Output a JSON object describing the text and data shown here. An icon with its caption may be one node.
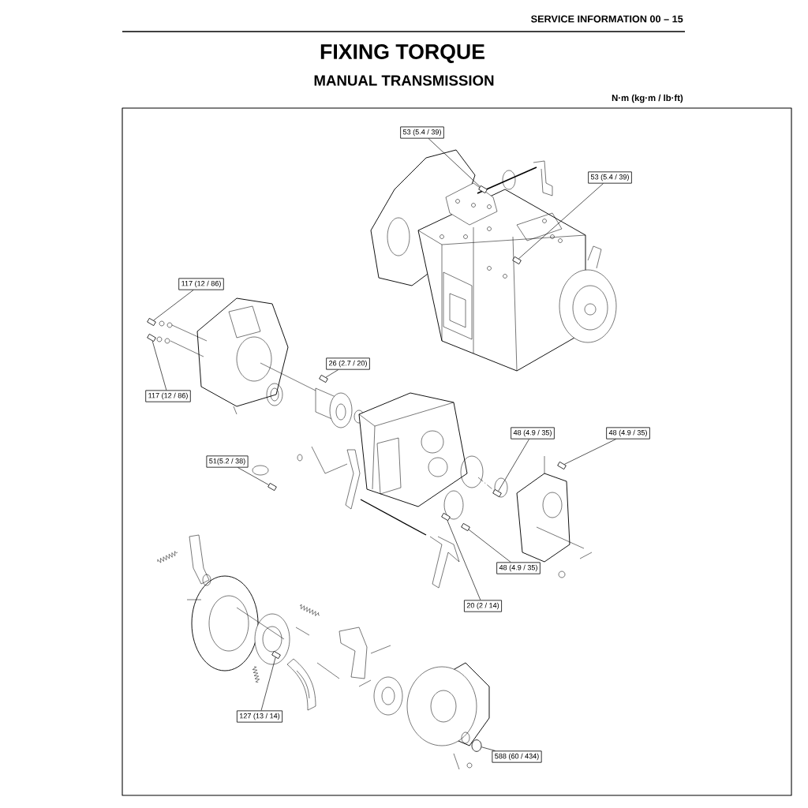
{
  "diagram": {
    "title": "FIXING TORQUE",
    "nodes": [
      {
        "text": [
          "53 (5.4 / 39)"
        ]
      },
      {
        "text": [
          "53 (5.4 / 39)"
        ]
      },
      {
        "text": [
          "117 (12 / 86)"
        ]
      },
      {
        "text": [
          "117 (12 / 86)"
        ]
      },
      {
        "text": [
          "26 (2.7 / 20)"
        ]
      },
      {
        "text": [
          "51(5.2 / 38)"
        ]
      },
      {
        "text": [
          "48 (4.9 / 35)"
        ]
      },
      {
        "text": [
          "48 (4.9 / 35)"
        ]
      },
      {
        "text": [
          "48 (4.9 / 35)"
        ]
      },
      {
        "text": [
          "20 (2 / 14)"
        ]
      },
      {
        "text": [
          "127 (13 / 14)"
        ]
      },
      {
        "text": [
          "588 (60 / 434)"
        ]
      },
      {
        "text": [],
        "shape": "bolt"
      },
      {
        "text": [],
        "shape": "bolt"
      },
      {
        "text": [],
        "shape": "bolt"
      },
      {
        "text": [],
        "shape": "bolt"
      },
      {
        "text": [],
        "shape": "bolt"
      },
      {
        "text": [],
        "shape": "bolt"
      },
      {
        "text": [],
        "shape": "bolt"
      },
      {
        "text": [],
        "shape": "bolt"
      },
      {
        "text": [],
        "shape": "bolt"
      },
      {
        "text": [],
        "shape": "bolt"
      },
      {
        "text": [],
        "shape": "bolt"
      },
      {
        "text": [],
        "shape": "nut"
      }
    ],
    "edges": [
      {
        "from": 0,
        "to": 12,
        "arrow": "none"
      },
      {
        "from": 1,
        "to": 13,
        "arrow": "none"
      },
      {
        "from": 2,
        "to": 14,
        "arrow": "none"
      },
      {
        "from": 3,
        "to": 15,
        "arrow": "none"
      },
      {
        "from": 4,
        "to": 16,
        "arrow": "none"
      },
      {
        "from": 5,
        "to": 17,
        "arrow": "none"
      },
      {
        "from": 6,
        "to": 18,
        "arrow": "none"
      },
      {
        "from": 7,
        "to": 19,
        "arrow": "none"
      },
      {
        "from": 8,
        "to": 20,
        "arrow": "none"
      },
      {
        "from": 9,
        "to": 21,
        "arrow": "none"
      },
      {
        "from": 10,
        "to": 22,
        "arrow": "none"
      },
      {
        "from": 11,
        "to": 23,
        "arrow": "none"
      }
    ],
    "labels": [
      "SERVICE INFORMATION 00 – 15",
      "MANUAL TRANSMISSION",
      "N·m (kg·m / lb·ft)"
    ]
  }
}
